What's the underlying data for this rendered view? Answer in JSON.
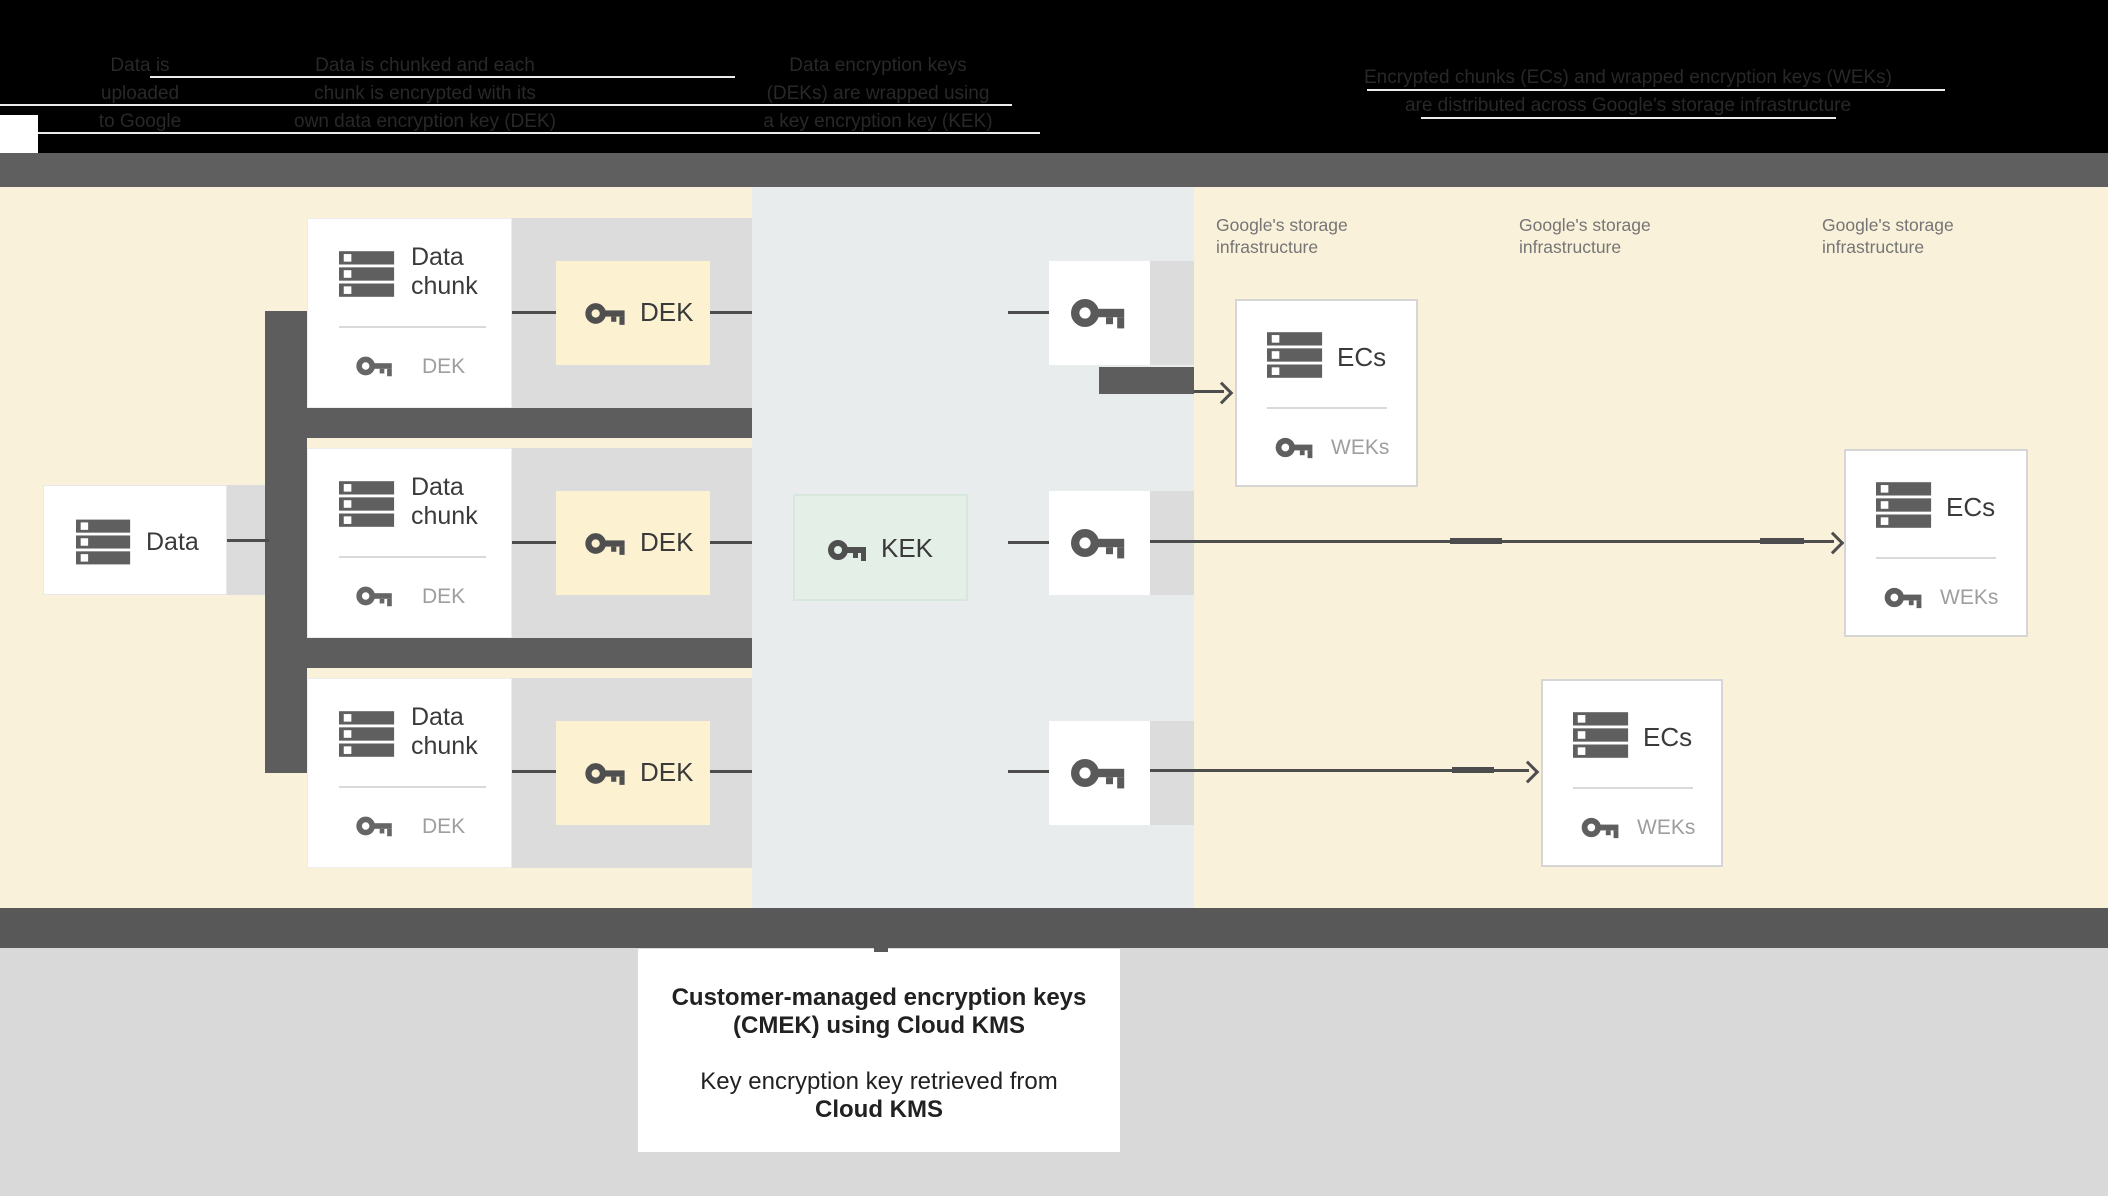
{
  "header": {
    "col1": {
      "l1": "Data is",
      "l2": "uploaded",
      "l3": "to Google"
    },
    "col2": {
      "l1": "Data is chunked and each",
      "l2": "chunk is encrypted with its",
      "l3": "own data encryption key (DEK)"
    },
    "col3": {
      "l1": "Data encryption keys",
      "l2": "(DEKs) are wrapped using",
      "l3": "a key encryption key (KEK)"
    },
    "col4": {
      "l1": "Encrypted chunks (ECs) and wrapped encryption keys (WEKs)",
      "l2": "are distributed across Google's storage infrastructure"
    }
  },
  "storage_labels": [
    {
      "line1": "Google's storage",
      "line2": "infrastructure"
    },
    {
      "line1": "Google's storage",
      "line2": "infrastructure"
    },
    {
      "line1": "Google's storage",
      "line2": "infrastructure"
    }
  ],
  "flow": {
    "data_label": "Data",
    "chunk_line1": "Data",
    "chunk_line2": "chunk",
    "chunk_key_label": "DEK",
    "dek_label": "DEK",
    "kek_label": "KEK",
    "ecs_title": "ECs",
    "weks_label": "WEKs"
  },
  "caption": {
    "line1": "Customer-managed encryption keys",
    "line2": "(CMEK) using Cloud KMS",
    "line3": "Key encryption key retrieved from",
    "line4": "Cloud KMS"
  },
  "colors": {
    "background_beige": "#FAF1DA",
    "kms_panel": "#E8ECED",
    "dek_yellow": "#FCF2D2",
    "kek_green": "#E4F0E7",
    "dark_gray": "#5D5D5D",
    "light_gray": "#DCDCDC",
    "top_band": "#5F5F5F",
    "bottom_band": "#585858",
    "footer_gray": "#D9D9D9",
    "header_black": "#000000",
    "header_text": "#282828",
    "storage_label_gray": "#757575",
    "muted_label_gray": "#9E9E9E",
    "title_text": "#3A3A3A",
    "line_color": "#4D4D4D"
  }
}
